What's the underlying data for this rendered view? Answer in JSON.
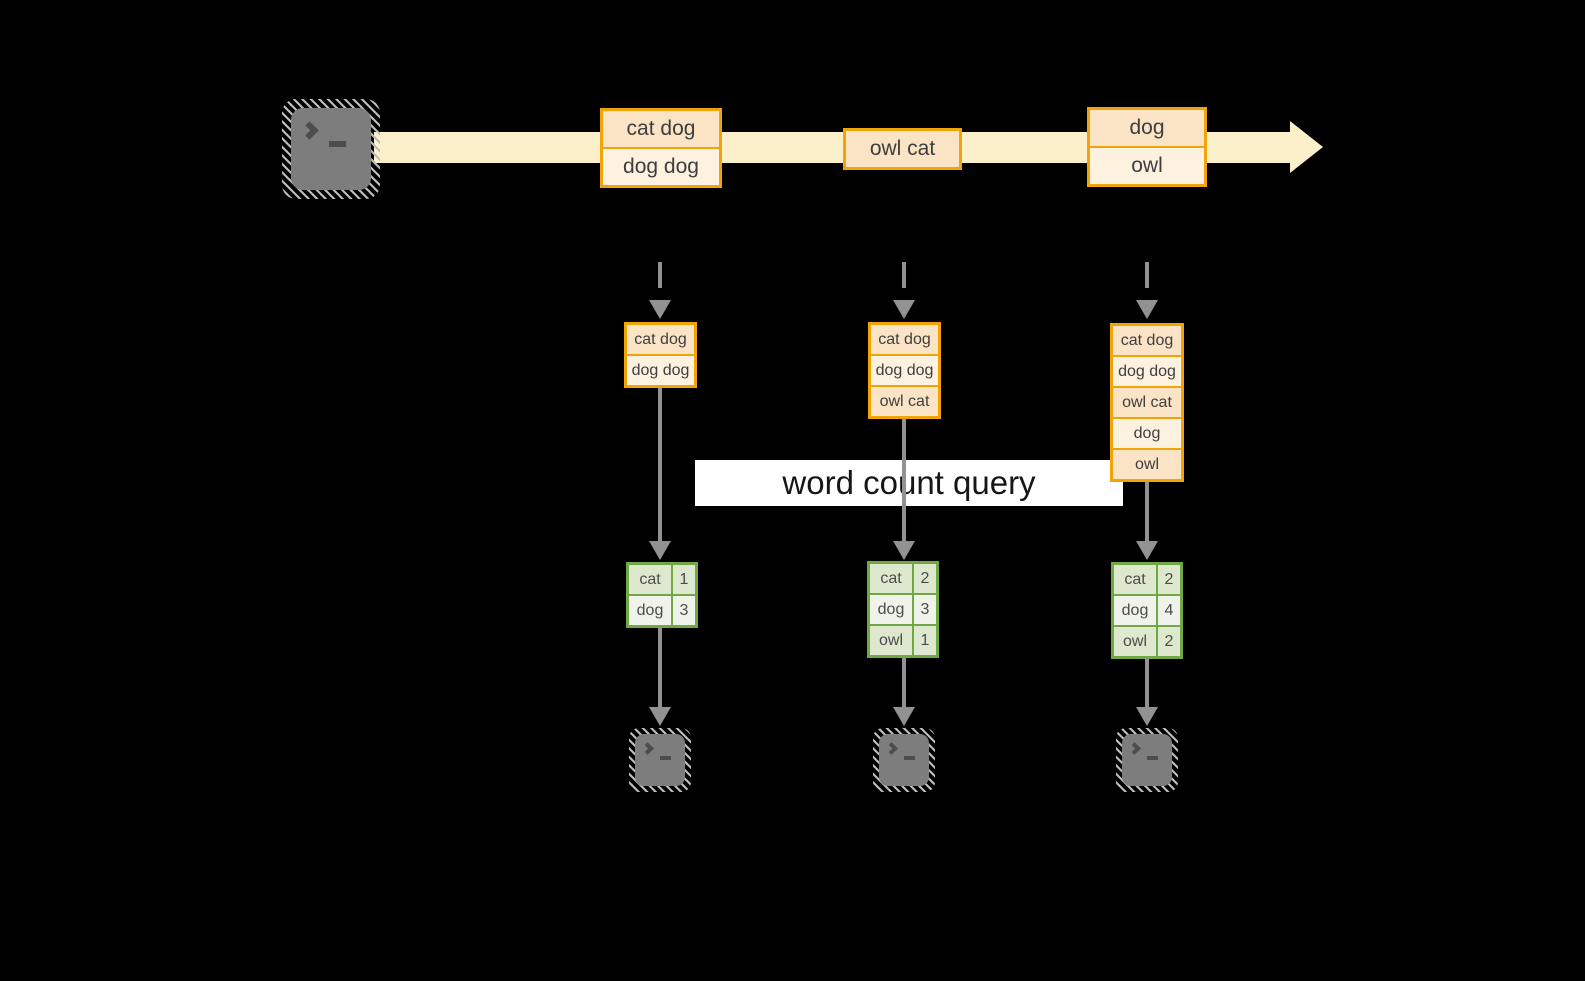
{
  "query": {
    "label": "word count query"
  },
  "stream": {
    "events": [
      {
        "lines": [
          "cat dog",
          "dog dog"
        ]
      },
      {
        "lines": [
          "owl cat"
        ]
      },
      {
        "lines": [
          "dog",
          "owl"
        ]
      }
    ]
  },
  "columns": [
    {
      "state": [
        "cat dog",
        "dog dog"
      ],
      "counts": [
        {
          "word": "cat",
          "count": "1"
        },
        {
          "word": "dog",
          "count": "3"
        }
      ]
    },
    {
      "state": [
        "cat dog",
        "dog dog",
        "owl cat"
      ],
      "counts": [
        {
          "word": "cat",
          "count": "2"
        },
        {
          "word": "dog",
          "count": "3"
        },
        {
          "word": "owl",
          "count": "1"
        }
      ]
    },
    {
      "state": [
        "cat dog",
        "dog dog",
        "owl cat",
        "dog",
        "owl"
      ],
      "counts": [
        {
          "word": "cat",
          "count": "2"
        },
        {
          "word": "dog",
          "count": "4"
        },
        {
          "word": "owl",
          "count": "2"
        }
      ]
    }
  ],
  "icons": {
    "source": "terminal-icon",
    "outputs": [
      "terminal-icon",
      "terminal-icon",
      "terminal-icon"
    ]
  },
  "colors": {
    "background": "#000000",
    "stream_band": "#FCF0CA",
    "box_border": "#F0A408",
    "box_fill_dark": "#FBE3C5",
    "box_fill_light": "#FDF1E0",
    "table_border": "#6FA845",
    "table_fill_dark": "#DDE8CF",
    "table_fill_light": "#EFF3E9",
    "arrow_gray": "#929292",
    "query_band": "#FFFFFF",
    "text": "#3E3E3E"
  }
}
